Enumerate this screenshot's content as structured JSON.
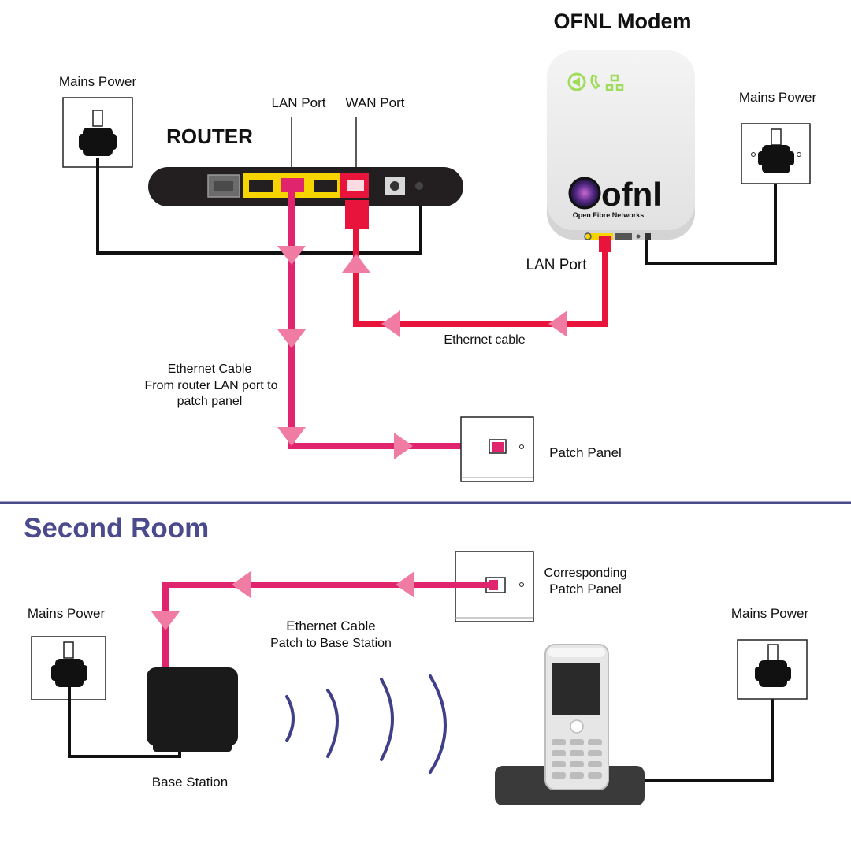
{
  "colors": {
    "cable_pink": "#e0246e",
    "cable_red": "#e8143c",
    "arrow_pink": "#f07ba3",
    "power_black": "#111111",
    "router_body": "#231f20",
    "lan_yellow": "#f5d400",
    "divider": "#4a4a8c",
    "room_title": "#4a4a8c",
    "wave": "#3f3f8a",
    "modem_led": "#9fdc5a"
  },
  "router": {
    "title": "ROUTER",
    "lan_port_label": "LAN Port",
    "wan_port_label": "WAN Port",
    "mains_label": "Mains Power"
  },
  "modem": {
    "title": "OFNL Modem",
    "logo_text": "ofnl",
    "logo_subtext": "Open Fibre Networks",
    "lan_port_label": "LAN Port",
    "mains_label": "Mains Power"
  },
  "cables": {
    "router_to_modem_label": "Ethernet cable",
    "router_to_patch_title": "Ethernet Cable",
    "router_to_patch_line1": "From router LAN port to",
    "router_to_patch_line2": "patch panel"
  },
  "patch_panel": {
    "label": "Patch Panel"
  },
  "second_room": {
    "title": "Second Room",
    "corresponding_line1": "Corresponding",
    "corresponding_line2": "Patch Panel",
    "cable_title": "Ethernet Cable",
    "cable_subtitle": "Patch to Base Station",
    "left_mains_label": "Mains Power",
    "right_mains_label": "Mains Power",
    "base_station_label": "Base Station"
  }
}
